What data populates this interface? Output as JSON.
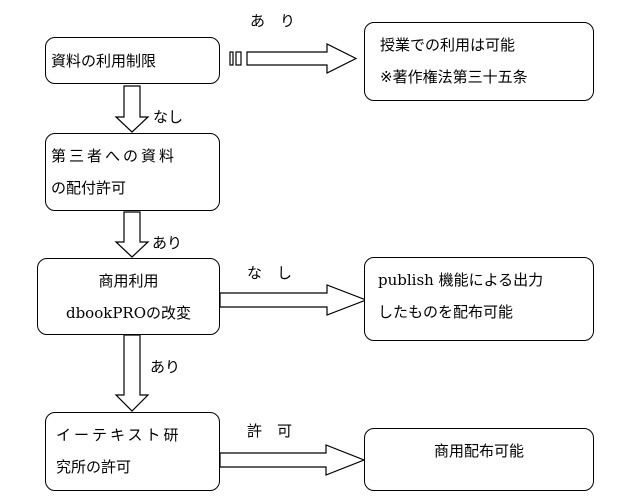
{
  "nodes": {
    "usage_restriction": "資料の利用制限",
    "class_use": {
      "line1": "授業での利用は可能",
      "line2": "※著作権法第三十五条"
    },
    "third_party": {
      "line1": "第三者への資料",
      "line2": "の配付許可"
    },
    "commercial": {
      "line1": "商用利用",
      "line2": "dbookPROの改変"
    },
    "publish_output": {
      "line1": "publish 機能による出力",
      "line2": "したものを配布可能"
    },
    "etext_permission": {
      "line1": "イーテキスト研",
      "line2": "究所の許可"
    },
    "commercial_distribution": "商用配布可能"
  },
  "edges": {
    "restriction_to_class": "あ　り",
    "restriction_to_third_party": "なし",
    "third_party_to_commercial": "あり",
    "commercial_to_publish": "な　し",
    "commercial_to_etext": "あり",
    "etext_to_distribution": "許　可"
  }
}
